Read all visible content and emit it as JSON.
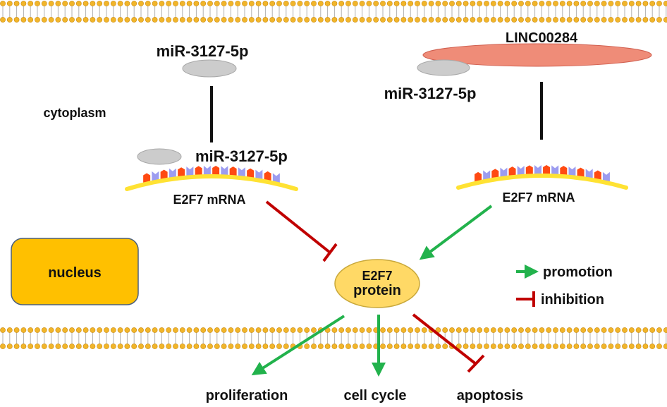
{
  "labels": {
    "mir_left_top": "miR-3127-5p",
    "mir_right_top": "miR-3127-5p",
    "mir_bound": "miR-3127-5p",
    "linc": "LINC00284",
    "cytoplasm": "cytoplasm",
    "nucleus": "nucleus",
    "mrna_left": "E2F7 mRNA",
    "mrna_right": "E2F7 mRNA",
    "protein_line1": "E2F7",
    "protein_line2": "protein",
    "out_proliferation": "proliferation",
    "out_cellcycle": "cell cycle",
    "out_apoptosis": "apoptosis"
  },
  "legend": {
    "promotion": "promotion",
    "inhibition": "inhibition"
  },
  "colors": {
    "membrane_head": "#f1b52a",
    "membrane_tail": "#b0b0b0",
    "mirna": "#cccccc",
    "linc": "#ef8c78",
    "nucleus": "#ffc000",
    "protein": "#ffd966",
    "mrna_strand": "#ffe233",
    "base_red": "#ff4a12",
    "base_purple": "#9c9cf0",
    "promotion": "#22b24c",
    "inhibition": "#c00000"
  }
}
